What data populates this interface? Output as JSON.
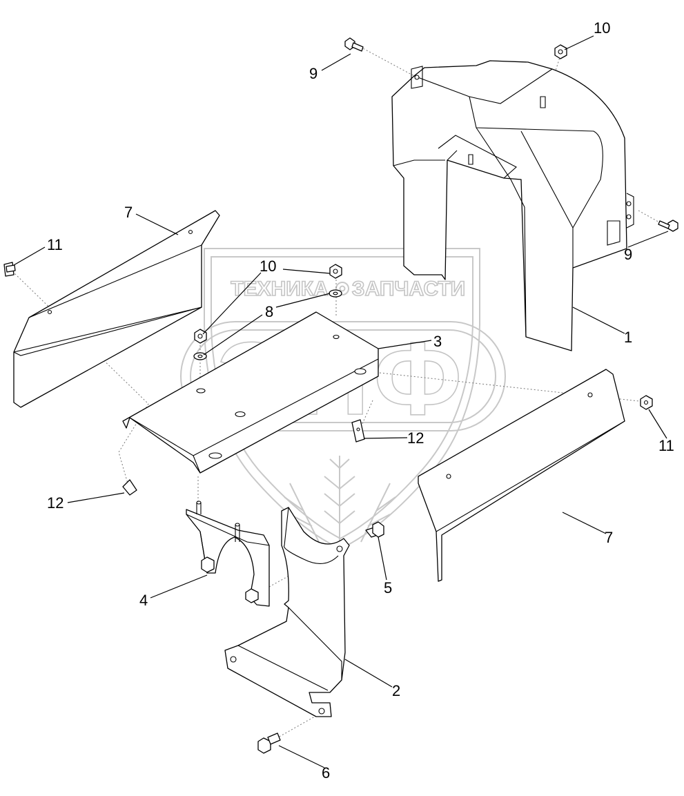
{
  "watermark": {
    "text_left": "ТЕХНИКА",
    "text_right": "ЗАПЧАСТИ",
    "logo_letters": "ЭПФ"
  },
  "callouts": [
    {
      "id": "callout-1",
      "label": "1"
    },
    {
      "id": "callout-2",
      "label": "2"
    },
    {
      "id": "callout-3",
      "label": "3"
    },
    {
      "id": "callout-4",
      "label": "4"
    },
    {
      "id": "callout-5",
      "label": "5"
    },
    {
      "id": "callout-6",
      "label": "6"
    },
    {
      "id": "callout-7-left",
      "label": "7"
    },
    {
      "id": "callout-7-right",
      "label": "7"
    },
    {
      "id": "callout-8",
      "label": "8"
    },
    {
      "id": "callout-9-top",
      "label": "9"
    },
    {
      "id": "callout-9-right",
      "label": "9"
    },
    {
      "id": "callout-10-top",
      "label": "10"
    },
    {
      "id": "callout-10-mid",
      "label": "10"
    },
    {
      "id": "callout-11-left",
      "label": "11"
    },
    {
      "id": "callout-11-right",
      "label": "11"
    },
    {
      "id": "callout-12-left",
      "label": "12"
    },
    {
      "id": "callout-12-mid",
      "label": "12"
    }
  ]
}
